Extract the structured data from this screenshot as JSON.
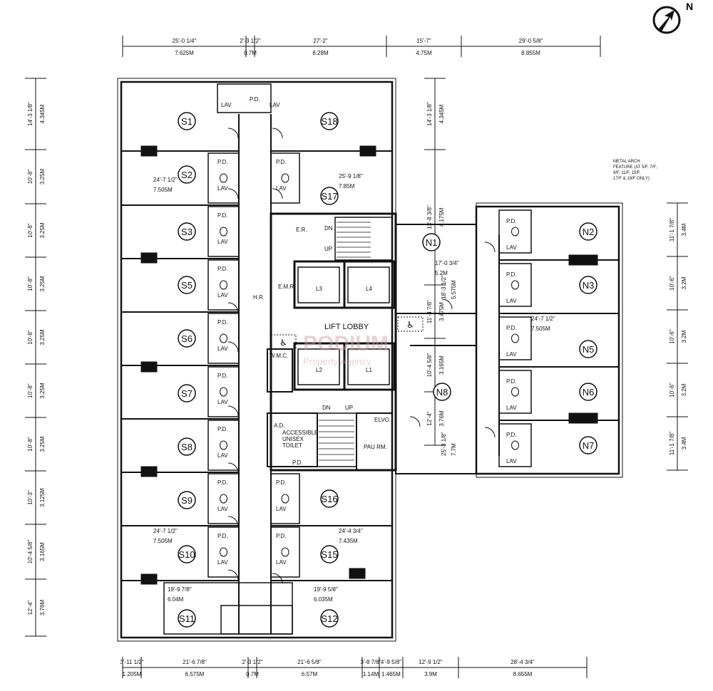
{
  "north_label": "N",
  "watermark": {
    "brand": "PODIUM",
    "sub": "Property Agency"
  },
  "note": [
    "METAL ARCH",
    "FEATURE (AT 5/F, 7/F,",
    "9/F, 11/F, 15/F,",
    "17/F & 19/F ONLY)"
  ],
  "top_dims": [
    {
      "imp": "25'-0 1/4\"",
      "met": "7.625M"
    },
    {
      "imp": "2'-3 1/2\"",
      "met": "0.7M"
    },
    {
      "imp": "27'-2\"",
      "met": "8.28M"
    },
    {
      "imp": "15'-7\"",
      "met": "4.75M"
    },
    {
      "imp": "29'-0 5/8\"",
      "met": "8.855M"
    }
  ],
  "bottom_dims": [
    {
      "imp": "3'-11 1/2\"",
      "met": "1.205M"
    },
    {
      "imp": "21'-6 7/8\"",
      "met": "6.575M"
    },
    {
      "imp": "2'-3 1/2\"",
      "met": "0.7M"
    },
    {
      "imp": "21'-6 5/8\"",
      "met": "6.57M"
    },
    {
      "imp": "3'-8 7/8\"",
      "met": "1.14M"
    },
    {
      "imp": "4'-9 5/8\"",
      "met": "1.465M"
    },
    {
      "imp": "12'-9 1/2\"",
      "met": "3.9M"
    },
    {
      "imp": "28'-4 3/4\"",
      "met": "8.655M"
    }
  ],
  "left_dims": [
    {
      "imp": "14'-3 1/8\"",
      "met": "4.345M"
    },
    {
      "imp": "10'-8\"",
      "met": "3.25M"
    },
    {
      "imp": "10'-8\"",
      "met": "3.25M"
    },
    {
      "imp": "10'-8\"",
      "met": "3.25M"
    },
    {
      "imp": "10'-8\"",
      "met": "3.25M"
    },
    {
      "imp": "10'-8\"",
      "met": "3.25M"
    },
    {
      "imp": "10'-8\"",
      "met": "3.25M"
    },
    {
      "imp": "10'-3\"",
      "met": "3.125M"
    },
    {
      "imp": "10'-4 5/8\"",
      "met": "3.165M"
    },
    {
      "imp": "12'-4\"",
      "met": "3.76M"
    }
  ],
  "mid_dims": [
    {
      "imp": "14'-3 1/8\"",
      "met": "4.345M"
    },
    {
      "imp": "13'-8 3/8\"",
      "met": "4.175M"
    },
    {
      "imp": "11'-4 7/8\"",
      "met": "3.475M"
    },
    {
      "imp": "10'-4 5/8\"",
      "met": "3.165M"
    },
    {
      "imp": "12'-4\"",
      "met": "3.76M"
    }
  ],
  "right_dims": [
    {
      "imp": "11'-1 7/8\"",
      "met": "3.4M"
    },
    {
      "imp": "10'-6\"",
      "met": "3.2M"
    },
    {
      "imp": "10'-6\"",
      "met": "3.2M"
    },
    {
      "imp": "10'-6\"",
      "met": "3.2M"
    },
    {
      "imp": "11'-1 7/8\"",
      "met": "3.4M"
    }
  ],
  "units": [
    "S1",
    "S2",
    "S3",
    "S5",
    "S6",
    "S7",
    "S8",
    "S9",
    "S10",
    "S11",
    "S18",
    "S17",
    "S16",
    "S15",
    "S12",
    "N1",
    "N2",
    "N3",
    "N5",
    "N6",
    "N7",
    "N8"
  ],
  "unit_dims": [
    {
      "imp": "24'-7 1/2\"",
      "met": "7.505M"
    },
    {
      "imp": "25'-9 1/8\"",
      "met": "7.85M"
    },
    {
      "imp": "17'-0 3/4\"",
      "met": "5.2M"
    },
    {
      "imp": "18'-3 1/2\"",
      "met": "5.575M"
    },
    {
      "imp": "24'-7 1/2\"",
      "met": "7.505M"
    },
    {
      "imp": "25'-3 1/8\"",
      "met": "7.7M"
    },
    {
      "imp": "24'-7 1/2\"",
      "met": "7.505M"
    },
    {
      "imp": "24'-4 3/4\"",
      "met": "7.435M"
    },
    {
      "imp": "19'-9 7/8\"",
      "met": "6.04M"
    },
    {
      "imp": "19'-9 5/8\"",
      "met": "6.035M"
    }
  ],
  "core": {
    "lift_lobby": "LIFT LOBBY",
    "lifts": [
      "L1",
      "L2",
      "L3",
      "L4"
    ],
    "er": "E.R.",
    "emr": "E.M.R.",
    "hr": "H.R.",
    "wmc": "W.M.C.",
    "pau": "PAU RM.",
    "elvo": "ELVO.",
    "toilet": [
      "ACCESSIBLE",
      "UNISEX",
      "TOILET"
    ],
    "dn": "DN",
    "up": "UP",
    "ad": "A.D.",
    "pd": "P.D.",
    "lav": "LAV"
  },
  "colors": {
    "line": "#111111",
    "watermark": "#c9a0a0"
  }
}
